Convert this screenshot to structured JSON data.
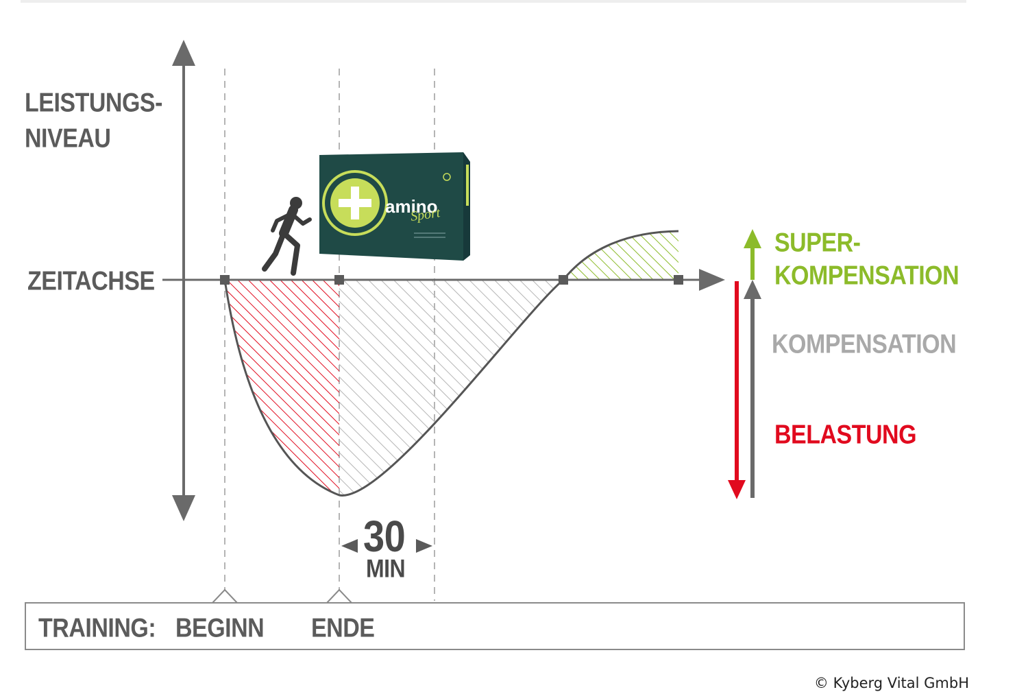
{
  "y_axis_label": {
    "line1": "LEISTUNGS-",
    "line2": "NIVEAU"
  },
  "x_axis_label": "ZEITACHSE",
  "legend": {
    "super_line1": "SUPER-",
    "super_line2": "KOMPENSATION",
    "kompensation": "KOMPENSATION",
    "belastung": "BELASTUNG"
  },
  "interval": {
    "value": "30",
    "unit": "MIN"
  },
  "training": {
    "label": "TRAINING:",
    "begin": "BEGINN",
    "end": "ENDE"
  },
  "product": {
    "brand": "amino",
    "sub": "Sport"
  },
  "copyright": "© Kyberg Vital GmbH",
  "colors": {
    "axis": "#6a6a6a",
    "text_gray": "#5b5b5b",
    "kompensation": "#a9a9a9",
    "superkompensation": "#8cbb2a",
    "belastung": "#e10a1e",
    "box_dark": "#1f4a46",
    "box_accent": "#c7dd5a"
  },
  "icons": [
    "runner-icon",
    "product-box-icon"
  ]
}
